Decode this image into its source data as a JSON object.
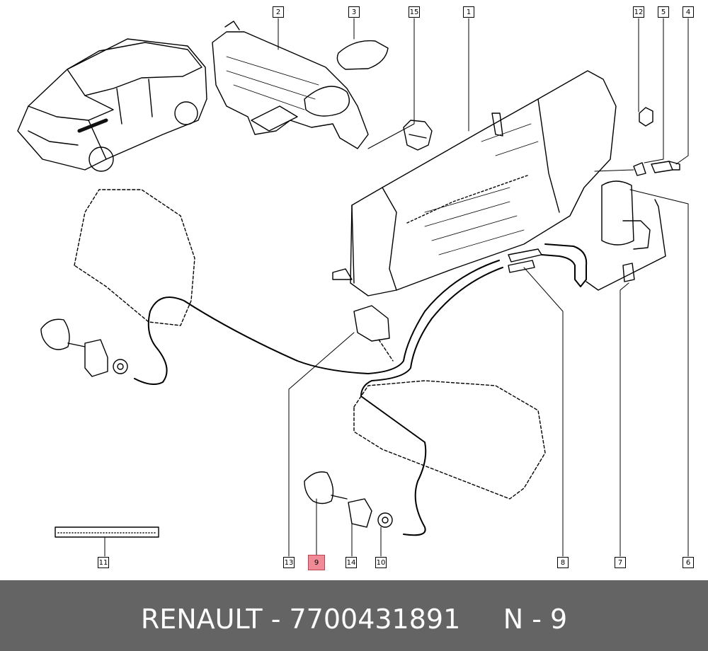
{
  "callouts": {
    "c1": "1",
    "c2": "2",
    "c3": "3",
    "c4": "4",
    "c5": "5",
    "c6": "6",
    "c7": "7",
    "c8": "8",
    "c9": "9",
    "c10": "10",
    "c11": "11",
    "c12": "12",
    "c13": "13",
    "c14": "14",
    "c15": "15"
  },
  "highlight": {
    "callout": "9",
    "color": "#f08a96"
  },
  "footer": {
    "brand": "RENAULT",
    "separator": " - ",
    "part_number": "7700431891",
    "position_label": "N - 9",
    "background": "#646464",
    "text_color": "#ffffff"
  }
}
